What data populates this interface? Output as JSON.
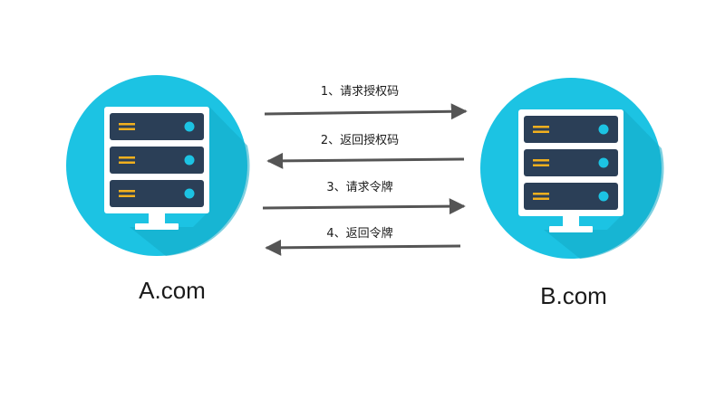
{
  "servers": [
    {
      "id": "a",
      "label": "A.com"
    },
    {
      "id": "b",
      "label": "B.com"
    }
  ],
  "steps": [
    {
      "label": "1、请求授权码",
      "direction": "a-to-b"
    },
    {
      "label": "2、返回授权码",
      "direction": "b-to-a"
    },
    {
      "label": "3、请求令牌",
      "direction": "a-to-b"
    },
    {
      "label": "4、返回令牌",
      "direction": "b-to-a"
    }
  ],
  "colors": {
    "circle": "#1cc3e3",
    "shadow": "#14a9c7",
    "panel": "#2b3f57",
    "case": "#ffffff",
    "stand": "#ffffff",
    "slot_line": "#f2b01e",
    "indicator": "#1cc3e3",
    "arrow": "#555555"
  },
  "icons": [
    "server-icon"
  ]
}
